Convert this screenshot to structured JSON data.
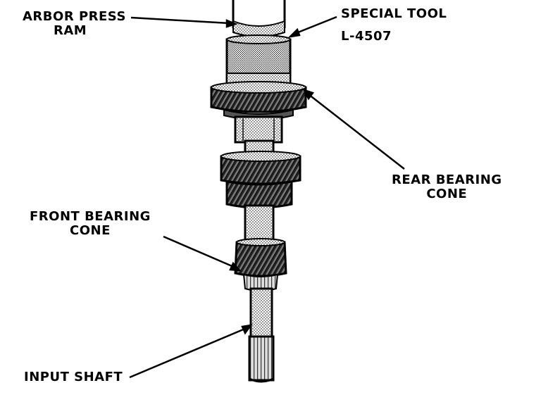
{
  "labels": {
    "arbor_press_ram": {
      "line1": "ARBOR PRESS",
      "line2": "RAM"
    },
    "special_tool": {
      "line1": "SPECIAL TOOL",
      "line2": "L-4507"
    },
    "rear_bearing_cone": {
      "line1": "REAR BEARING",
      "line2": "CONE"
    },
    "front_bearing_cone": {
      "line1": "FRONT BEARING",
      "line2": "CONE"
    },
    "input_shaft": {
      "line1": "INPUT SHAFT"
    }
  }
}
